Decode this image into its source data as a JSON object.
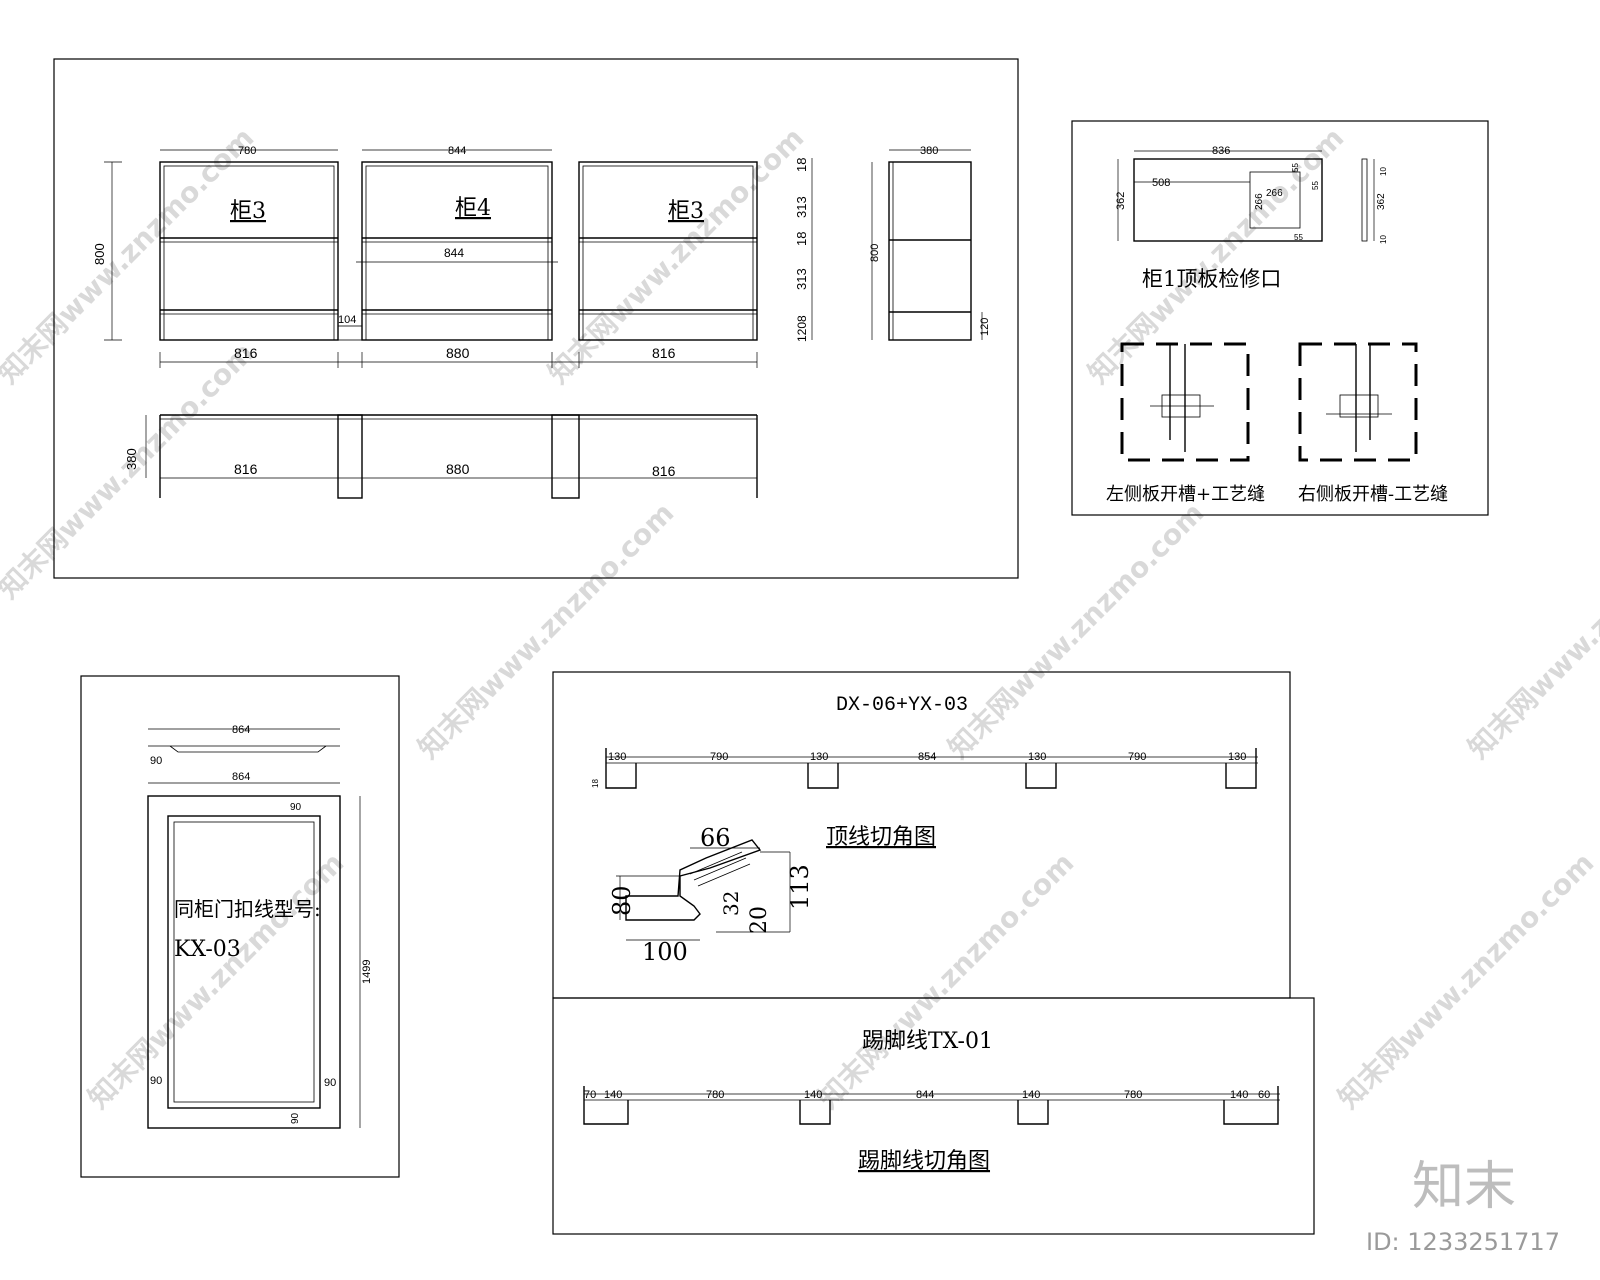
{
  "panelA": {
    "cab_left_label": "柜3",
    "cab_mid_label": "柜4",
    "cab_right_label": "柜3",
    "top_w_left": "780",
    "top_w_mid": "844",
    "top_w_right": "",
    "shelf_w_mid": "844",
    "height_left": "800",
    "gap_label": "104",
    "bottom_w_left": "816",
    "bottom_w_mid": "880",
    "bottom_w_right": "816",
    "right_dims": [
      "18",
      "313",
      "18",
      "313",
      "1208"
    ],
    "side_depth": "380",
    "side_height": "800",
    "side_plinth": "120",
    "plan_depth": "380",
    "plan_w_left": "816",
    "plan_w_mid": "880",
    "plan_w_right": "816"
  },
  "panelB": {
    "width": "836",
    "depth": "362",
    "offset": "508",
    "hole_w": "266",
    "hole_h": "266",
    "small_a": "55",
    "small_b": "55",
    "small_c": "55",
    "side_depth": "362",
    "side_small_top": "10",
    "side_small_bot": "10",
    "title": "柜1顶板检修口",
    "left_caption": "左侧板开槽+工艺缝",
    "right_caption": "右侧板开槽-工艺缝"
  },
  "panelC": {
    "top_w": "864",
    "top_h": "90",
    "frame_w": "864",
    "frame_h": "1499",
    "border_top": "90",
    "border_left": "90",
    "border_right": "90",
    "border_bottom": "90",
    "note_line1": "同柜门扣线型号:",
    "note_line2": "KX-03"
  },
  "panelD": {
    "title": "DX-06+YX-03",
    "segments": [
      "130",
      "790",
      "130",
      "854",
      "130",
      "790",
      "130"
    ],
    "left_small": "18",
    "section_title": "顶线切角图",
    "sec_66": "66",
    "sec_113": "113",
    "sec_80": "80",
    "sec_32": "32",
    "sec_20": "20",
    "sec_100": "100"
  },
  "panelE": {
    "title": "踢脚线TX-01",
    "segments": [
      "70",
      "140",
      "780",
      "140",
      "844",
      "140",
      "780",
      "140",
      "60"
    ],
    "section_title": "踢脚线切角图"
  },
  "brand": {
    "logo_text": "知末",
    "id_text": "ID: 1233251717",
    "watermark": "知末网www.znzmo.com"
  }
}
